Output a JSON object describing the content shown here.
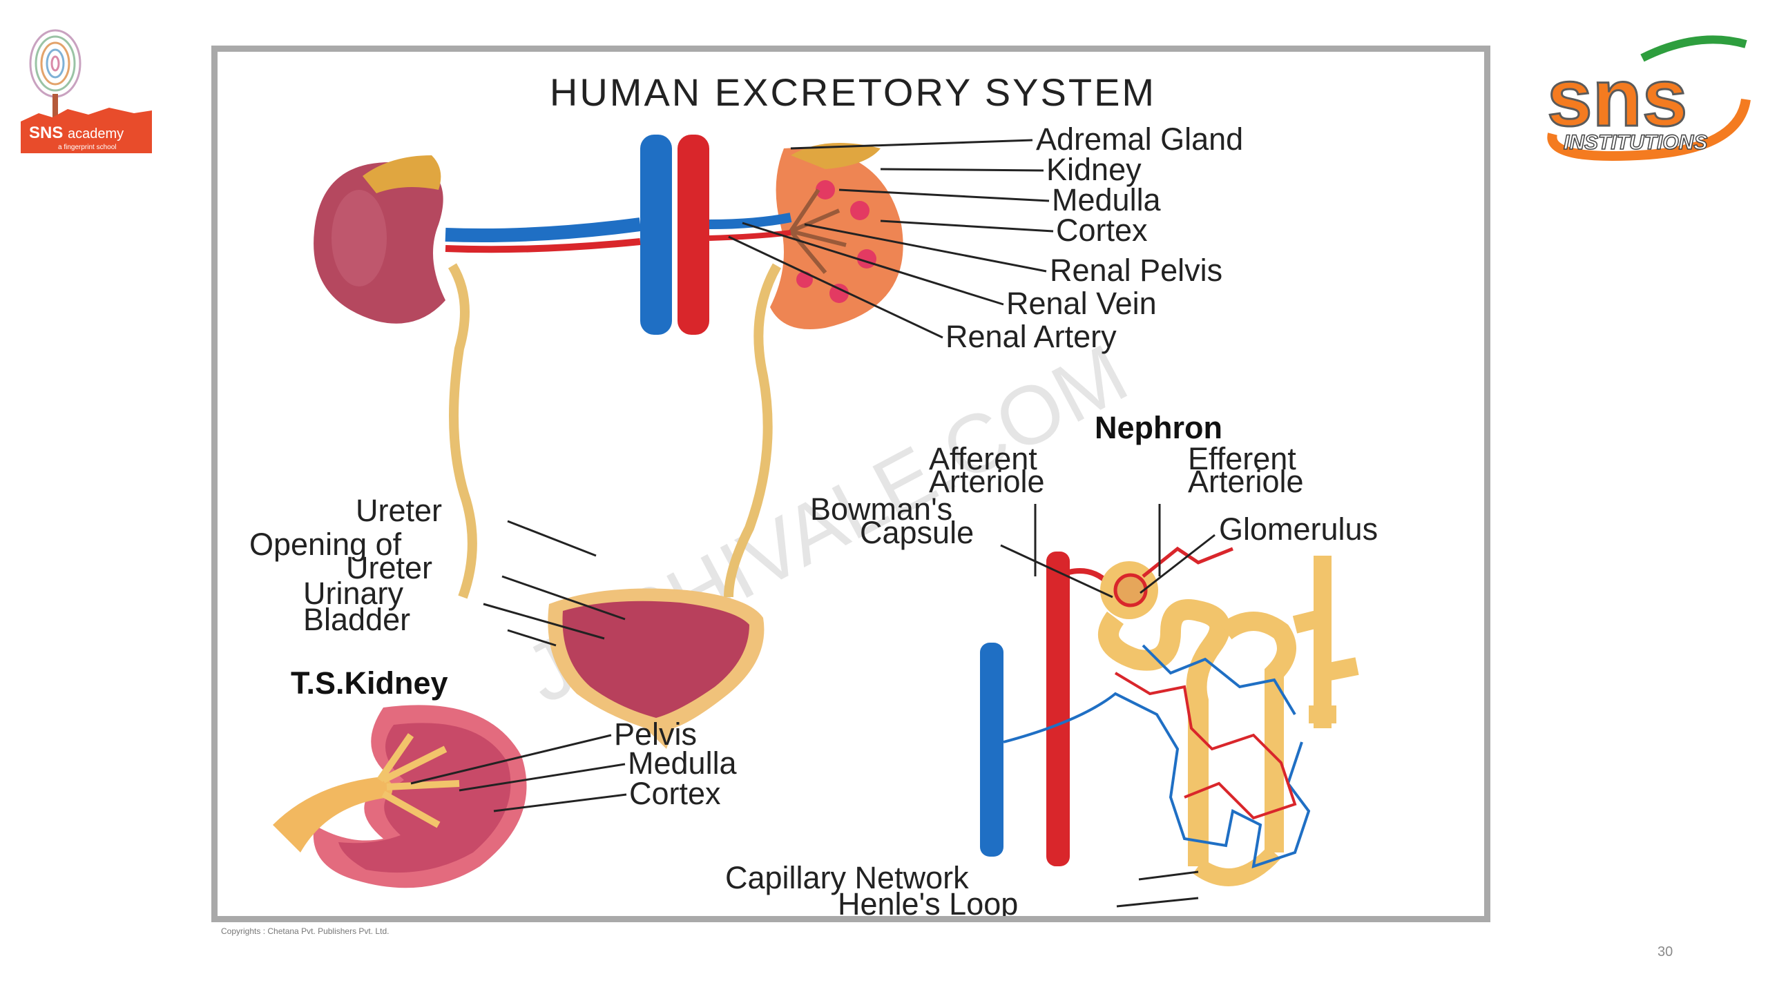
{
  "slide": {
    "number": "30",
    "left_logo": {
      "name": "sns academy",
      "tagline": "a fingerprint school",
      "accent": "#e84c2b"
    },
    "right_logo": {
      "name": "sns",
      "tagline": "INSTITUTIONS",
      "accent": "#f47b20",
      "secondary": "#2e9e3e"
    }
  },
  "diagram": {
    "title": "HUMAN EXCRETORY SYSTEM",
    "watermark": "JOSHIVALE.COM",
    "footer_credit": "Copyrights : Chetana Pvt. Publishers Pvt. Ltd.",
    "kidney_labels": [
      "Adremal Gland",
      "Kidney",
      "Medulla",
      "Cortex",
      "Renal Pelvis",
      "Renal Vein",
      "Renal Artery"
    ],
    "bladder_labels": {
      "ureter": "Ureter",
      "opening_line1": "Opening of",
      "opening_line2": "Ureter",
      "bladder_line1": "Urinary",
      "bladder_line2": "Bladder"
    },
    "ts_kidney": {
      "heading": "T.S.Kidney",
      "labels": [
        "Pelvis",
        "Medulla",
        "Cortex"
      ]
    },
    "nephron": {
      "heading": "Nephron",
      "afferent_line1": "Afferent",
      "afferent_line2": "Arteriole",
      "efferent_line1": "Efferent",
      "efferent_line2": "Arteriole",
      "bowman_line1": "Bowman's",
      "bowman_line2": "Capsule",
      "glomerulus": "Glomerulus",
      "capillary": "Capillary Network",
      "henle": "Henle's Loop"
    },
    "colors": {
      "vein": "#1f6fc4",
      "artery": "#d9262b",
      "kidney": "#b5485f",
      "tubule": "#f2c46b",
      "cortex": "#f08a5a"
    }
  }
}
